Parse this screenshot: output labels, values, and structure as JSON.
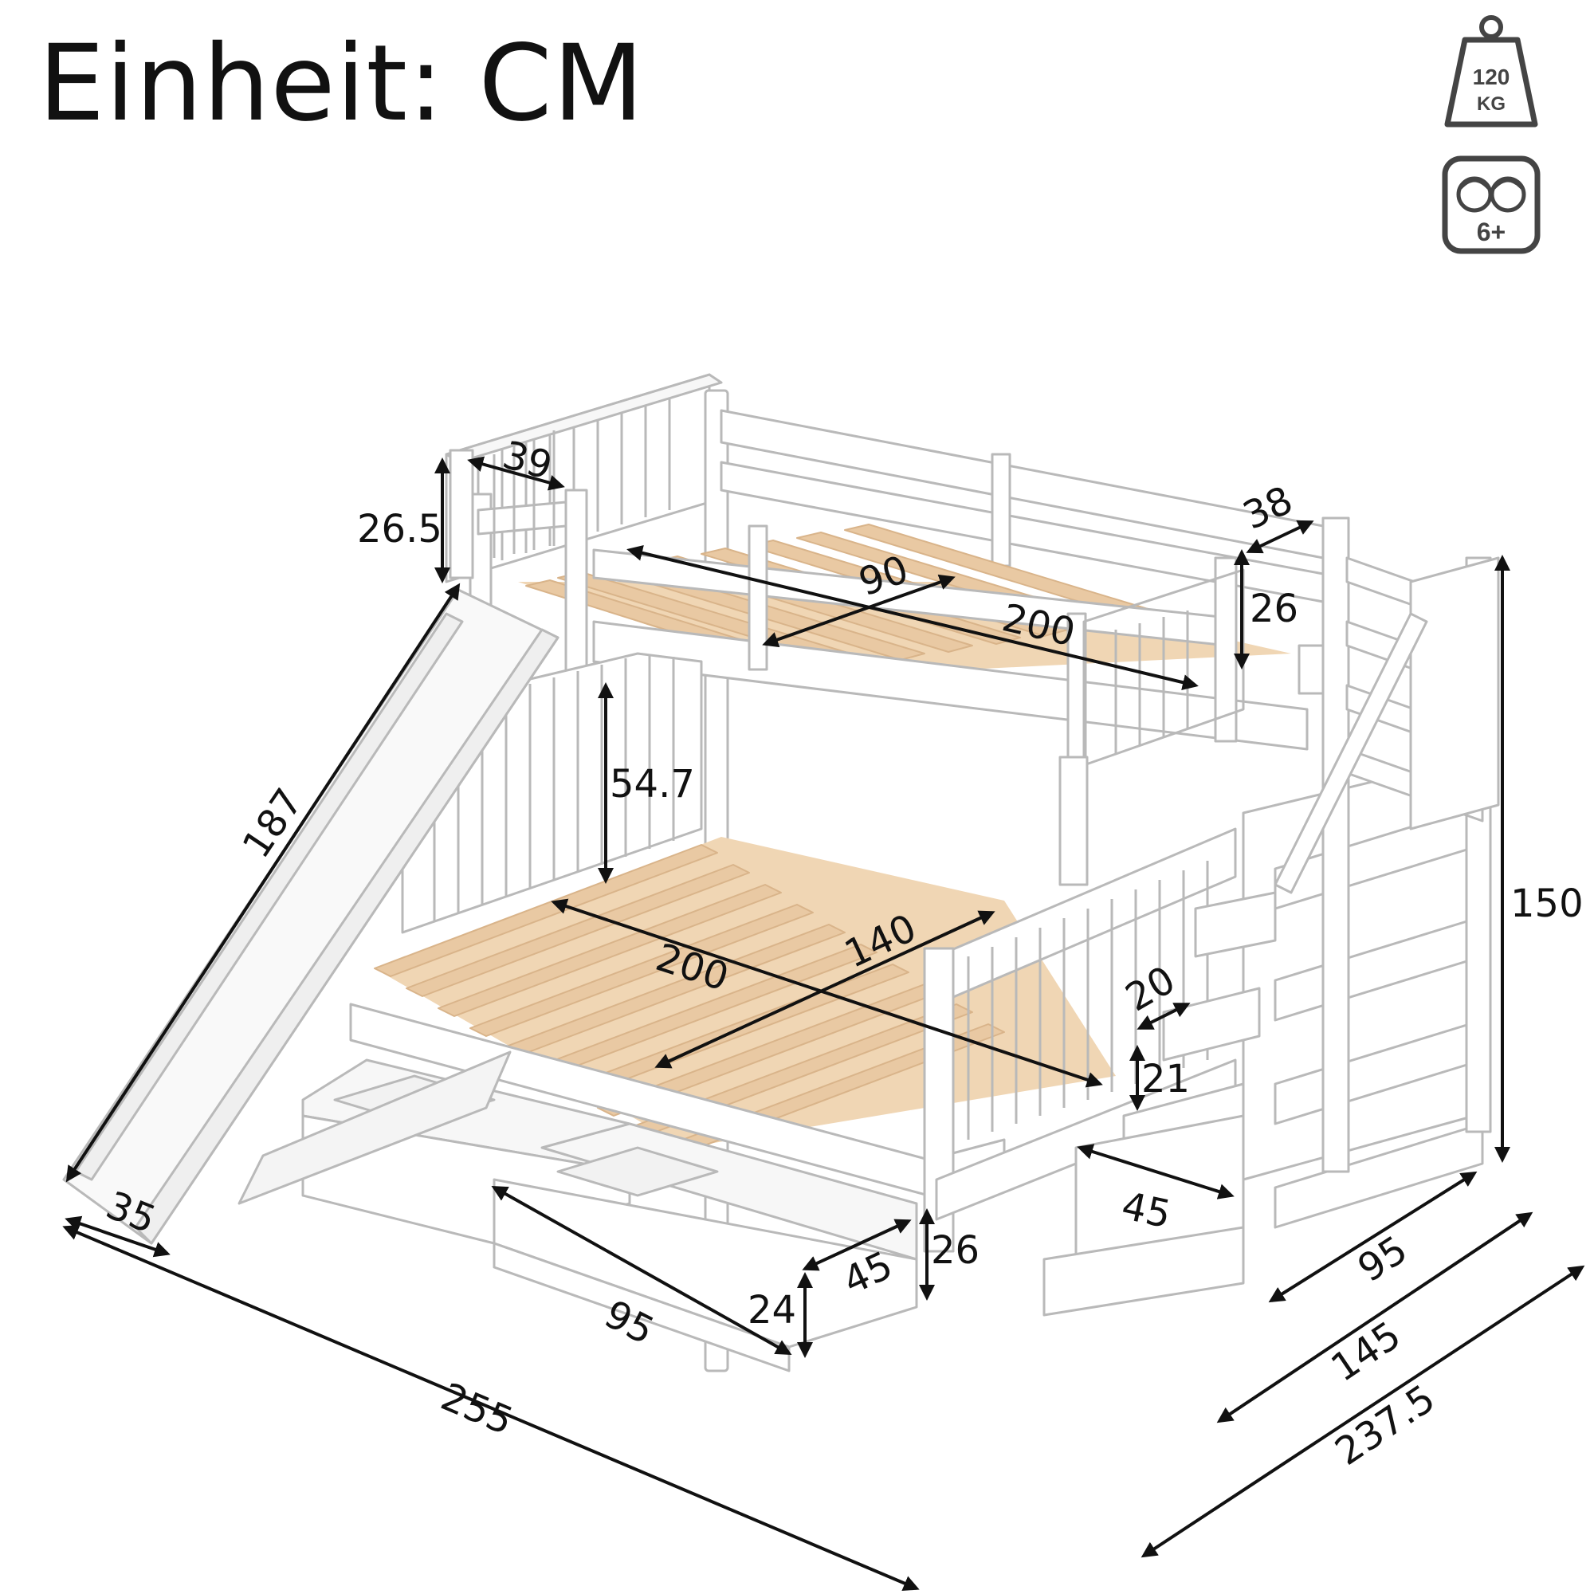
{
  "title": "Einheit: CM",
  "badges": {
    "weight": {
      "icon": "weight-icon",
      "value": "120",
      "unit": "KG"
    },
    "age": {
      "icon": "children-age-icon",
      "label": "6+"
    }
  },
  "dimensions": {
    "upper_guard_width": "39",
    "upper_guard_height": "26.5",
    "upper_bed_width": "90",
    "upper_bed_length": "200",
    "right_guard_width": "38",
    "right_guard_height": "26",
    "slide_length": "187",
    "lower_clearance": "54.7",
    "lower_bed_width": "140",
    "lower_bed_length": "200",
    "total_height": "150",
    "step_depth": "20",
    "step_height": "21",
    "stair_width": "45",
    "slide_width": "35",
    "drawer_depth": "45",
    "drawer_height": "24",
    "drawer_width": "95",
    "base_height": "26",
    "stairs_depth": "95",
    "bed_depth": "145",
    "total_depth": "237.5",
    "total_length": "255"
  },
  "colors": {
    "frame": "#ffffff",
    "outline": "#b9b9b9",
    "slat": "#e9c9a3",
    "dimension": "#111111"
  }
}
